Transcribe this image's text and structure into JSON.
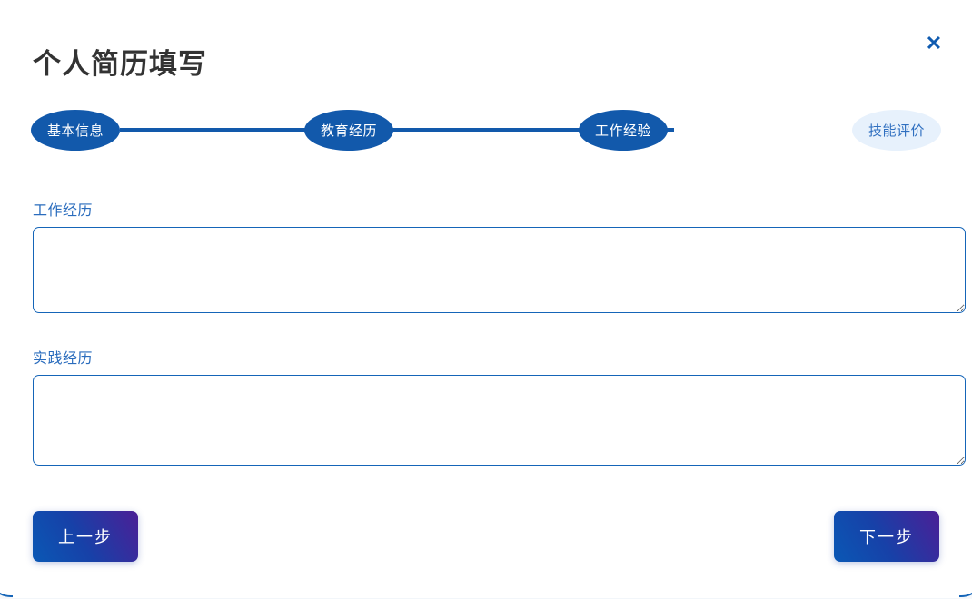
{
  "dialog": {
    "title": "个人简历填写",
    "close_label": "✕",
    "close_icon": "close-icon",
    "accent_color": "#1259ab",
    "inactive_step_bg": "#e7f1fc",
    "inactive_step_text": "#2f6fc0",
    "label_color": "#2a6cbd",
    "title_color": "#333333"
  },
  "stepper": {
    "steps": [
      {
        "label": "基本信息",
        "state": "active"
      },
      {
        "label": "教育经历",
        "state": "active"
      },
      {
        "label": "工作经验",
        "state": "active"
      },
      {
        "label": "技能评价",
        "state": "inactive"
      }
    ],
    "current_index": 2
  },
  "form": {
    "fields": [
      {
        "label": "工作经历",
        "value": "",
        "placeholder": ""
      },
      {
        "label": "实践经历",
        "value": "",
        "placeholder": ""
      }
    ]
  },
  "footer": {
    "prev_label": "上一步",
    "next_label": "下一步"
  }
}
